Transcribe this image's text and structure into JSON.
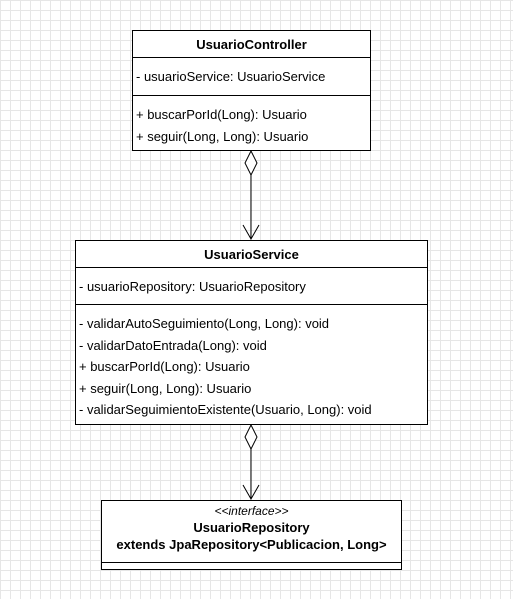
{
  "classes": {
    "controller": {
      "name": "UsuarioController",
      "attributes": [
        "- usuarioService: UsuarioService"
      ],
      "operations": [
        "+ buscarPorId(Long): Usuario",
        "+ seguir(Long, Long): Usuario"
      ]
    },
    "service": {
      "name": "UsuarioService",
      "attributes": [
        "- usuarioRepository: UsuarioRepository"
      ],
      "operations": [
        "- validarAutoSeguimiento(Long, Long): void",
        "- validarDatoEntrada(Long): void",
        "+ buscarPorId(Long): Usuario",
        "+ seguir(Long, Long): Usuario",
        "- validarSeguimientoExistente(Usuario, Long): void"
      ]
    },
    "repository": {
      "stereotype": "<<interface>>",
      "name": "UsuarioRepository",
      "extends": "extends JpaRepository<Publicacion, Long>"
    }
  }
}
